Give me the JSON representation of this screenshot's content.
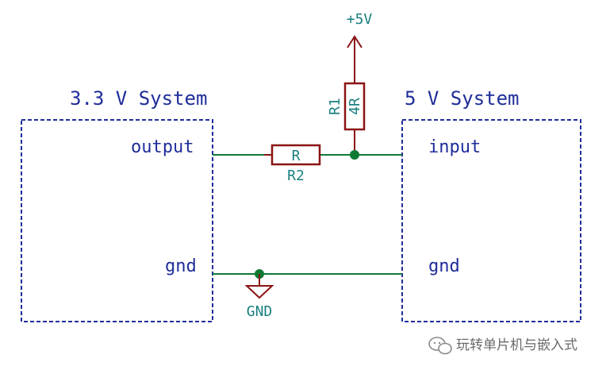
{
  "colors": {
    "box": "#1f2d9a",
    "wire": "#0d7a34",
    "component": "#8a1414",
    "power_label": "#1a7f7f",
    "junction": "#0d7a34",
    "watermark": "#6a6a6a"
  },
  "left_system": {
    "title": "3.3 V System",
    "pin_output": "output",
    "pin_gnd": "gnd"
  },
  "right_system": {
    "title": "5 V System",
    "pin_input": "input",
    "pin_gnd": "gnd"
  },
  "power": {
    "label": "+5V"
  },
  "ground": {
    "label": "GND"
  },
  "r1": {
    "ref": "R1",
    "value": "4R"
  },
  "r2": {
    "ref": "R2",
    "value": "R"
  },
  "watermark": {
    "text": "玩转单片机与嵌入式",
    "icon": "chat-bubbles-icon"
  }
}
